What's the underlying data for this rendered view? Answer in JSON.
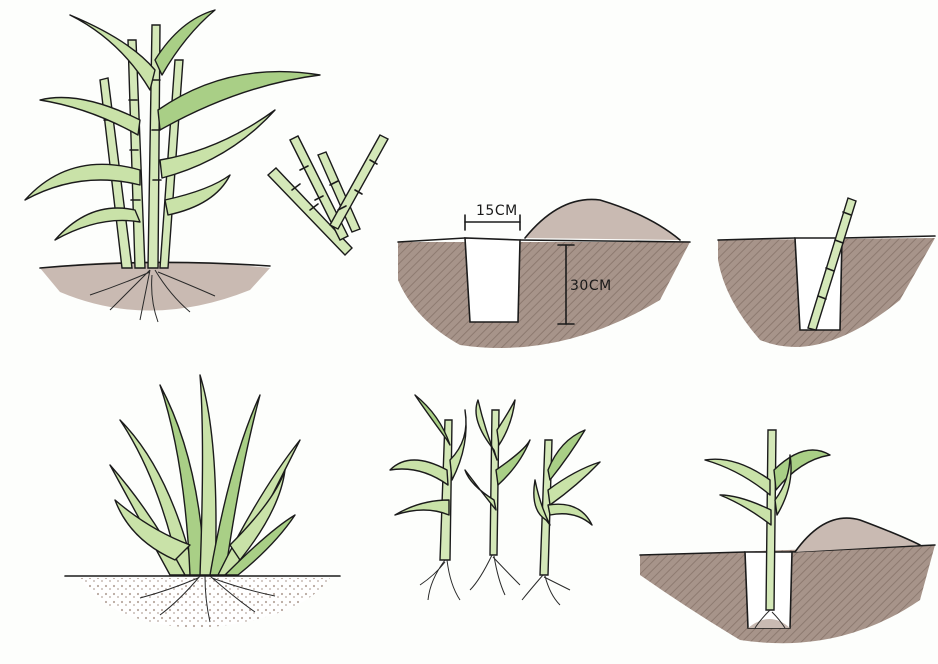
{
  "dimensions": {
    "trench_width_label": "15CM",
    "trench_depth_label": "30CM"
  },
  "colors": {
    "leaf": "#c9e2a8",
    "leaf_dark": "#a9cf86",
    "soil": "#a7948a",
    "soil_light": "#c9bab2",
    "ink": "#1b1b1b"
  },
  "panels": [
    {
      "id": "mature-plant"
    },
    {
      "id": "cut-cane-sets"
    },
    {
      "id": "dug-trench"
    },
    {
      "id": "planted-cutting"
    },
    {
      "id": "clump-plant"
    },
    {
      "id": "rooted-slips"
    },
    {
      "id": "planted-slip"
    }
  ]
}
